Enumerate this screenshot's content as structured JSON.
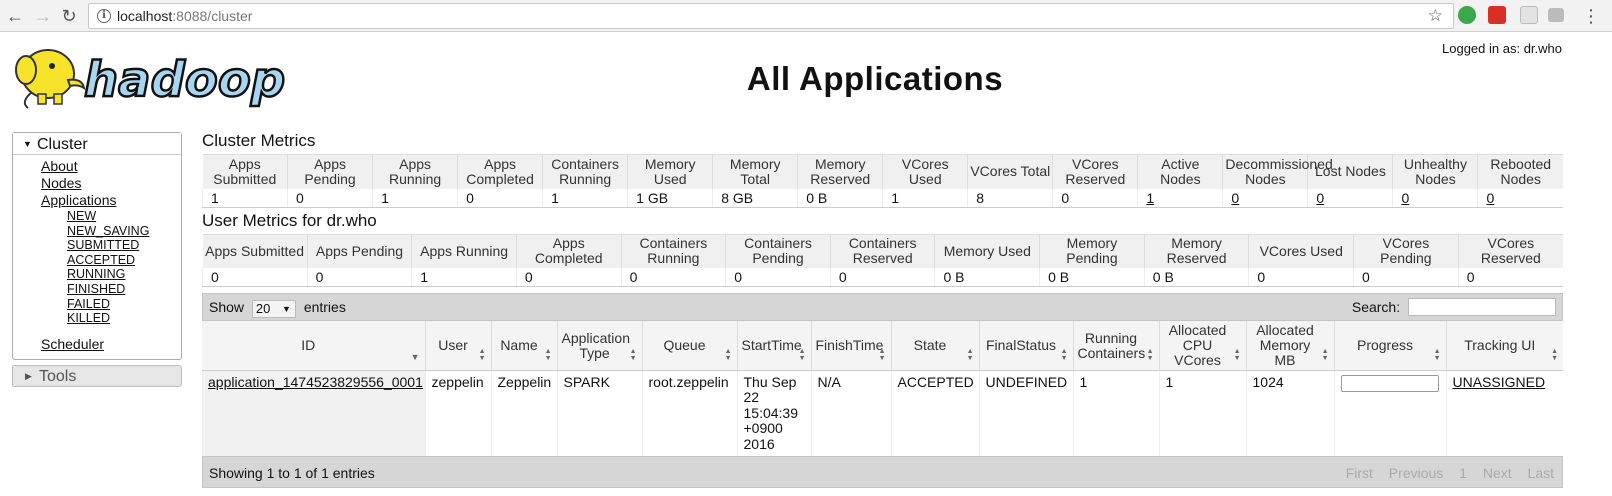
{
  "browser": {
    "url_host": "localhost",
    "url_path": ":8088/cluster"
  },
  "header": {
    "logo_text": "hadoop",
    "logged_in": "Logged in as: dr.who",
    "title": "All Applications"
  },
  "sidebar": {
    "cluster_label": "Cluster",
    "links": [
      "About",
      "Nodes",
      "Applications"
    ],
    "app_states": [
      "NEW",
      "NEW_SAVING",
      "SUBMITTED",
      "ACCEPTED",
      "RUNNING",
      "FINISHED",
      "FAILED",
      "KILLED"
    ],
    "scheduler": "Scheduler",
    "tools_label": "Tools"
  },
  "cluster_metrics": {
    "title": "Cluster Metrics",
    "headers": [
      "Apps Submitted",
      "Apps Pending",
      "Apps Running",
      "Apps Completed",
      "Containers Running",
      "Memory Used",
      "Memory Total",
      "Memory Reserved",
      "VCores Used",
      "VCores Total",
      "VCores Reserved",
      "Active Nodes",
      "Decommissioned Nodes",
      "Lost Nodes",
      "Unhealthy Nodes",
      "Rebooted Nodes"
    ],
    "values": [
      "1",
      "0",
      "1",
      "0",
      "1",
      "1 GB",
      "8 GB",
      "0 B",
      "1",
      "8",
      "0",
      "1",
      "0",
      "0",
      "0",
      "0"
    ],
    "linked": [
      false,
      false,
      false,
      false,
      false,
      false,
      false,
      false,
      false,
      false,
      false,
      true,
      true,
      true,
      true,
      true
    ]
  },
  "user_metrics": {
    "title": "User Metrics for dr.who",
    "headers": [
      "Apps Submitted",
      "Apps Pending",
      "Apps Running",
      "Apps Completed",
      "Containers Running",
      "Containers Pending",
      "Containers Reserved",
      "Memory Used",
      "Memory Pending",
      "Memory Reserved",
      "VCores Used",
      "VCores Pending",
      "VCores Reserved"
    ],
    "values": [
      "0",
      "0",
      "1",
      "0",
      "0",
      "0",
      "0",
      "0 B",
      "0 B",
      "0 B",
      "0",
      "0",
      "0"
    ]
  },
  "datatable": {
    "show_label": "Show",
    "page_size": "20",
    "entries_label": "entries",
    "search_label": "Search:",
    "search_value": "",
    "columns": [
      "ID",
      "User",
      "Name",
      "Application Type",
      "Queue",
      "StartTime",
      "FinishTime",
      "State",
      "FinalStatus",
      "Running Containers",
      "Allocated CPU VCores",
      "Allocated Memory MB",
      "Progress",
      "Tracking UI"
    ],
    "rows": [
      {
        "id": "application_1474523829556_0001",
        "user": "zeppelin",
        "name": "Zeppelin",
        "type": "SPARK",
        "queue": "root.zeppelin",
        "start": "Thu Sep 22 15:04:39 +0900 2016",
        "finish": "N/A",
        "state": "ACCEPTED",
        "final_status": "UNDEFINED",
        "running_containers": "1",
        "vcores": "1",
        "memory": "1024",
        "progress": 0,
        "tracking": "UNASSIGNED"
      }
    ],
    "info": "Showing 1 to 1 of 1 entries",
    "pager": [
      "First",
      "Previous",
      "1",
      "Next",
      "Last"
    ]
  }
}
